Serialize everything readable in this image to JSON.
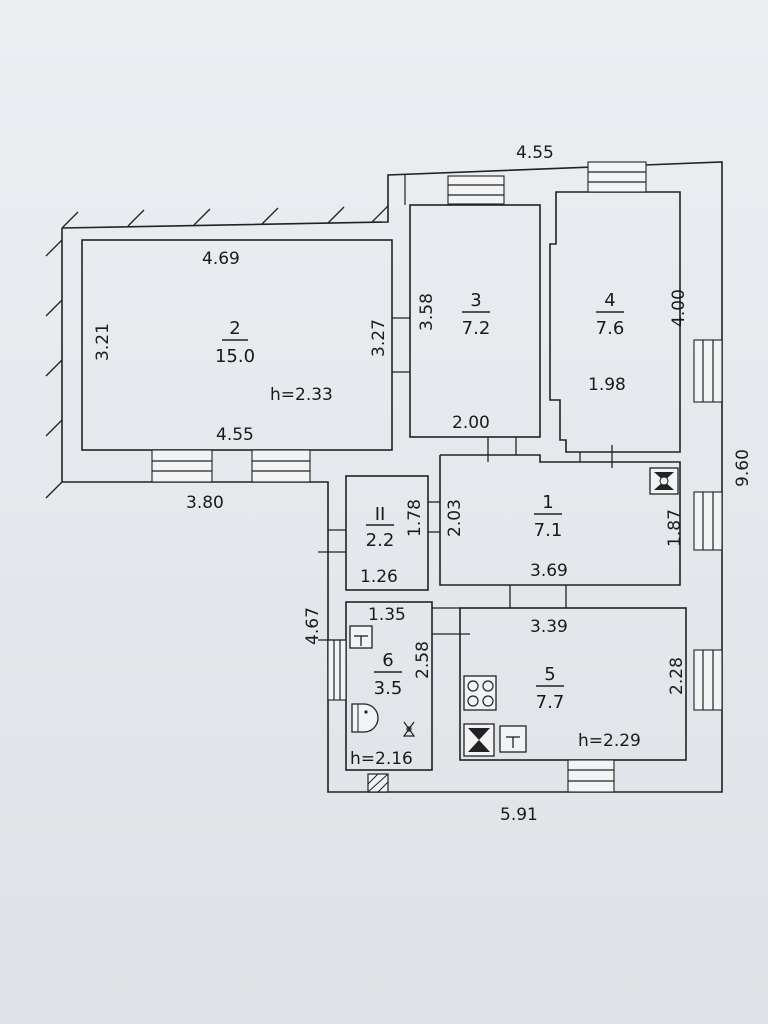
{
  "plan": {
    "outer": {
      "top_width": "4.55",
      "right_length": "9.60",
      "bottom_width": "5.91",
      "left_lower": "4.67",
      "step_width": "3.80"
    },
    "rooms": [
      {
        "id": "2",
        "area": "15.0",
        "height": "h=2.33",
        "dims": [
          "4.69",
          "3.27",
          "3.21",
          "4.55"
        ]
      },
      {
        "id": "3",
        "area": "7.2",
        "dims": [
          "3.58",
          "2.00"
        ]
      },
      {
        "id": "4",
        "area": "7.6",
        "dims": [
          "4.00",
          "1.98"
        ]
      },
      {
        "id": "II",
        "area": "2.2",
        "dims": [
          "1.78",
          "1.26"
        ]
      },
      {
        "id": "1",
        "area": "7.1",
        "dims": [
          "2.03",
          "1.87",
          "3.69"
        ]
      },
      {
        "id": "6",
        "area": "3.5",
        "height": "h=2.16",
        "dims": [
          "1.35",
          "2.58"
        ]
      },
      {
        "id": "5",
        "area": "7.7",
        "height": "h=2.29",
        "dims": [
          "3.39",
          "2.28"
        ]
      }
    ]
  }
}
